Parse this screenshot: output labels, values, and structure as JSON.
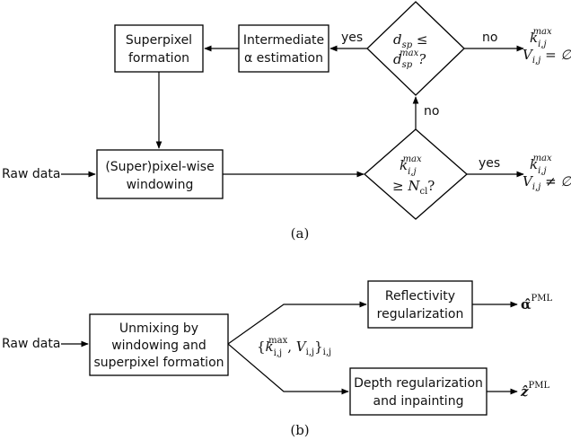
{
  "panel_a": {
    "caption": "(a)",
    "raw_data": "Raw data",
    "windowing_box": [
      "(Super)pixel-wise",
      "windowing"
    ],
    "superpixel_box": [
      "Superpixel",
      "formation"
    ],
    "intermediate_box": [
      "Intermediate",
      "α estimation"
    ],
    "decision_top": {
      "line1_var": "d",
      "line1_sub": "sp",
      "line1_rel": " ≤",
      "line2_var": "d",
      "line2_sub": "sp",
      "line2_sup": "max",
      "line2_tail": "?"
    },
    "decision_bottom": {
      "line1_var": "k",
      "line1_sub": "i,j",
      "line1_sup": "max",
      "line2_rel": "≥ ",
      "line2_var": "N",
      "line2_sub": "cl",
      "line2_tail": "?"
    },
    "label_yes_top": "yes",
    "label_no_top": "no",
    "label_no_vertical": "no",
    "label_yes_bottom": "yes",
    "output_top": {
      "k_var": "k",
      "k_sub": "i,j",
      "k_sup": "max",
      "v_var": "V",
      "v_sub": "i,j",
      "v_rel": " = ∅"
    },
    "output_bottom": {
      "k_var": "k",
      "k_sub": "i,j",
      "k_sup": "max",
      "v_var": "V",
      "v_sub": "i,j",
      "v_rel": " ≠ ∅"
    }
  },
  "panel_b": {
    "caption": "(b)",
    "raw_data": "Raw data",
    "unmixing_box": [
      "Unmixing by",
      "windowing and",
      "superpixel formation"
    ],
    "reflectivity_box": [
      "Reflectivity",
      "regularization"
    ],
    "depth_box": [
      "Depth regularization",
      "and inpainting"
    ],
    "set_label": {
      "open": "{",
      "k_var": "k",
      "k_sub": "i,j",
      "k_sup": "max",
      "comma": ", ",
      "v_var": "V",
      "v_sub": "i,j",
      "close": "}",
      "outer_sub": "i,j"
    },
    "output_alpha": {
      "var": "α̂",
      "sup": "PML"
    },
    "output_z": {
      "var": "ẑ",
      "sup": "PML"
    }
  }
}
